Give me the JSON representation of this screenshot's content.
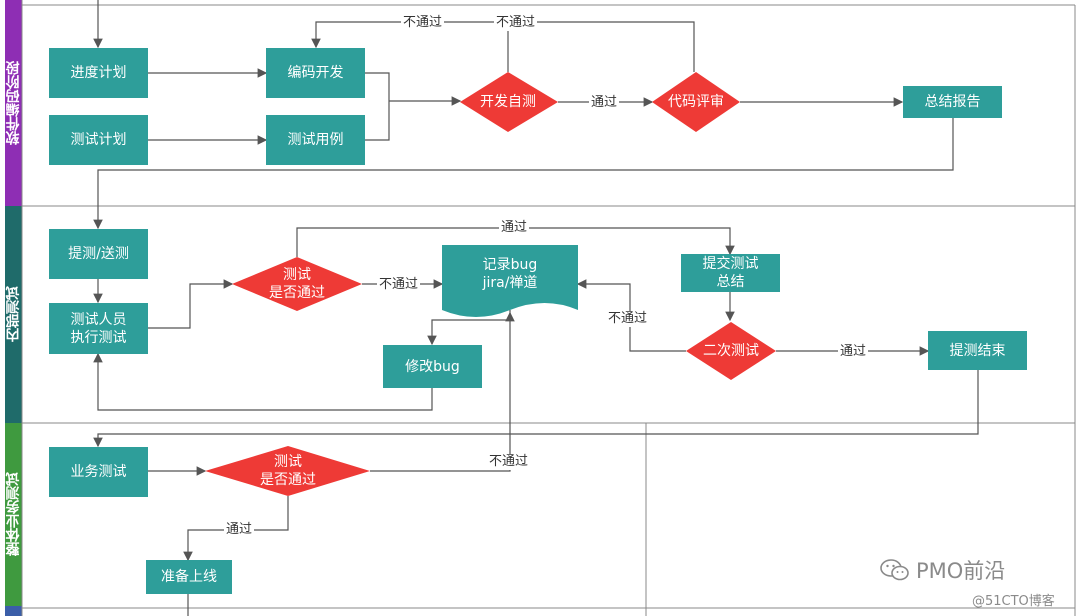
{
  "lanes": {
    "coding": "软件编码阶段",
    "internal": "内部测试",
    "business": "整体业务测试"
  },
  "colors": {
    "box": "#2e9e9a",
    "decision": "#ee3a36",
    "lane_coding": "#8e2eb4",
    "lane_internal": "#1f6b6a",
    "lane_business": "#3f9a3f",
    "line": "#555555"
  },
  "nodes": {
    "schedule_plan": "进度计划",
    "test_plan": "测试计划",
    "coding_dev": "编码开发",
    "test_cases": "测试用例",
    "self_test": "开发自测",
    "code_review": "代码评审",
    "summary_report": "总结报告",
    "submit_test": "提测/送测",
    "tester_exec": [
      "测试人员",
      "执行测试"
    ],
    "test_pass_1": [
      "测试",
      "是否通过"
    ],
    "record_bug": [
      "记录bug",
      "jira/禅道"
    ],
    "fix_bug": "修改bug",
    "submit_summary": [
      "提交测试",
      "总结"
    ],
    "second_test": "二次测试",
    "test_end": "提测结束",
    "business_test": "业务测试",
    "test_pass_2": [
      "测试",
      "是否通过"
    ],
    "prepare_launch": "准备上线"
  },
  "edges": {
    "fail": "不通过",
    "pass": "通过"
  },
  "watermark": {
    "brand": "PMO前沿",
    "site": "@51CTO博客"
  }
}
